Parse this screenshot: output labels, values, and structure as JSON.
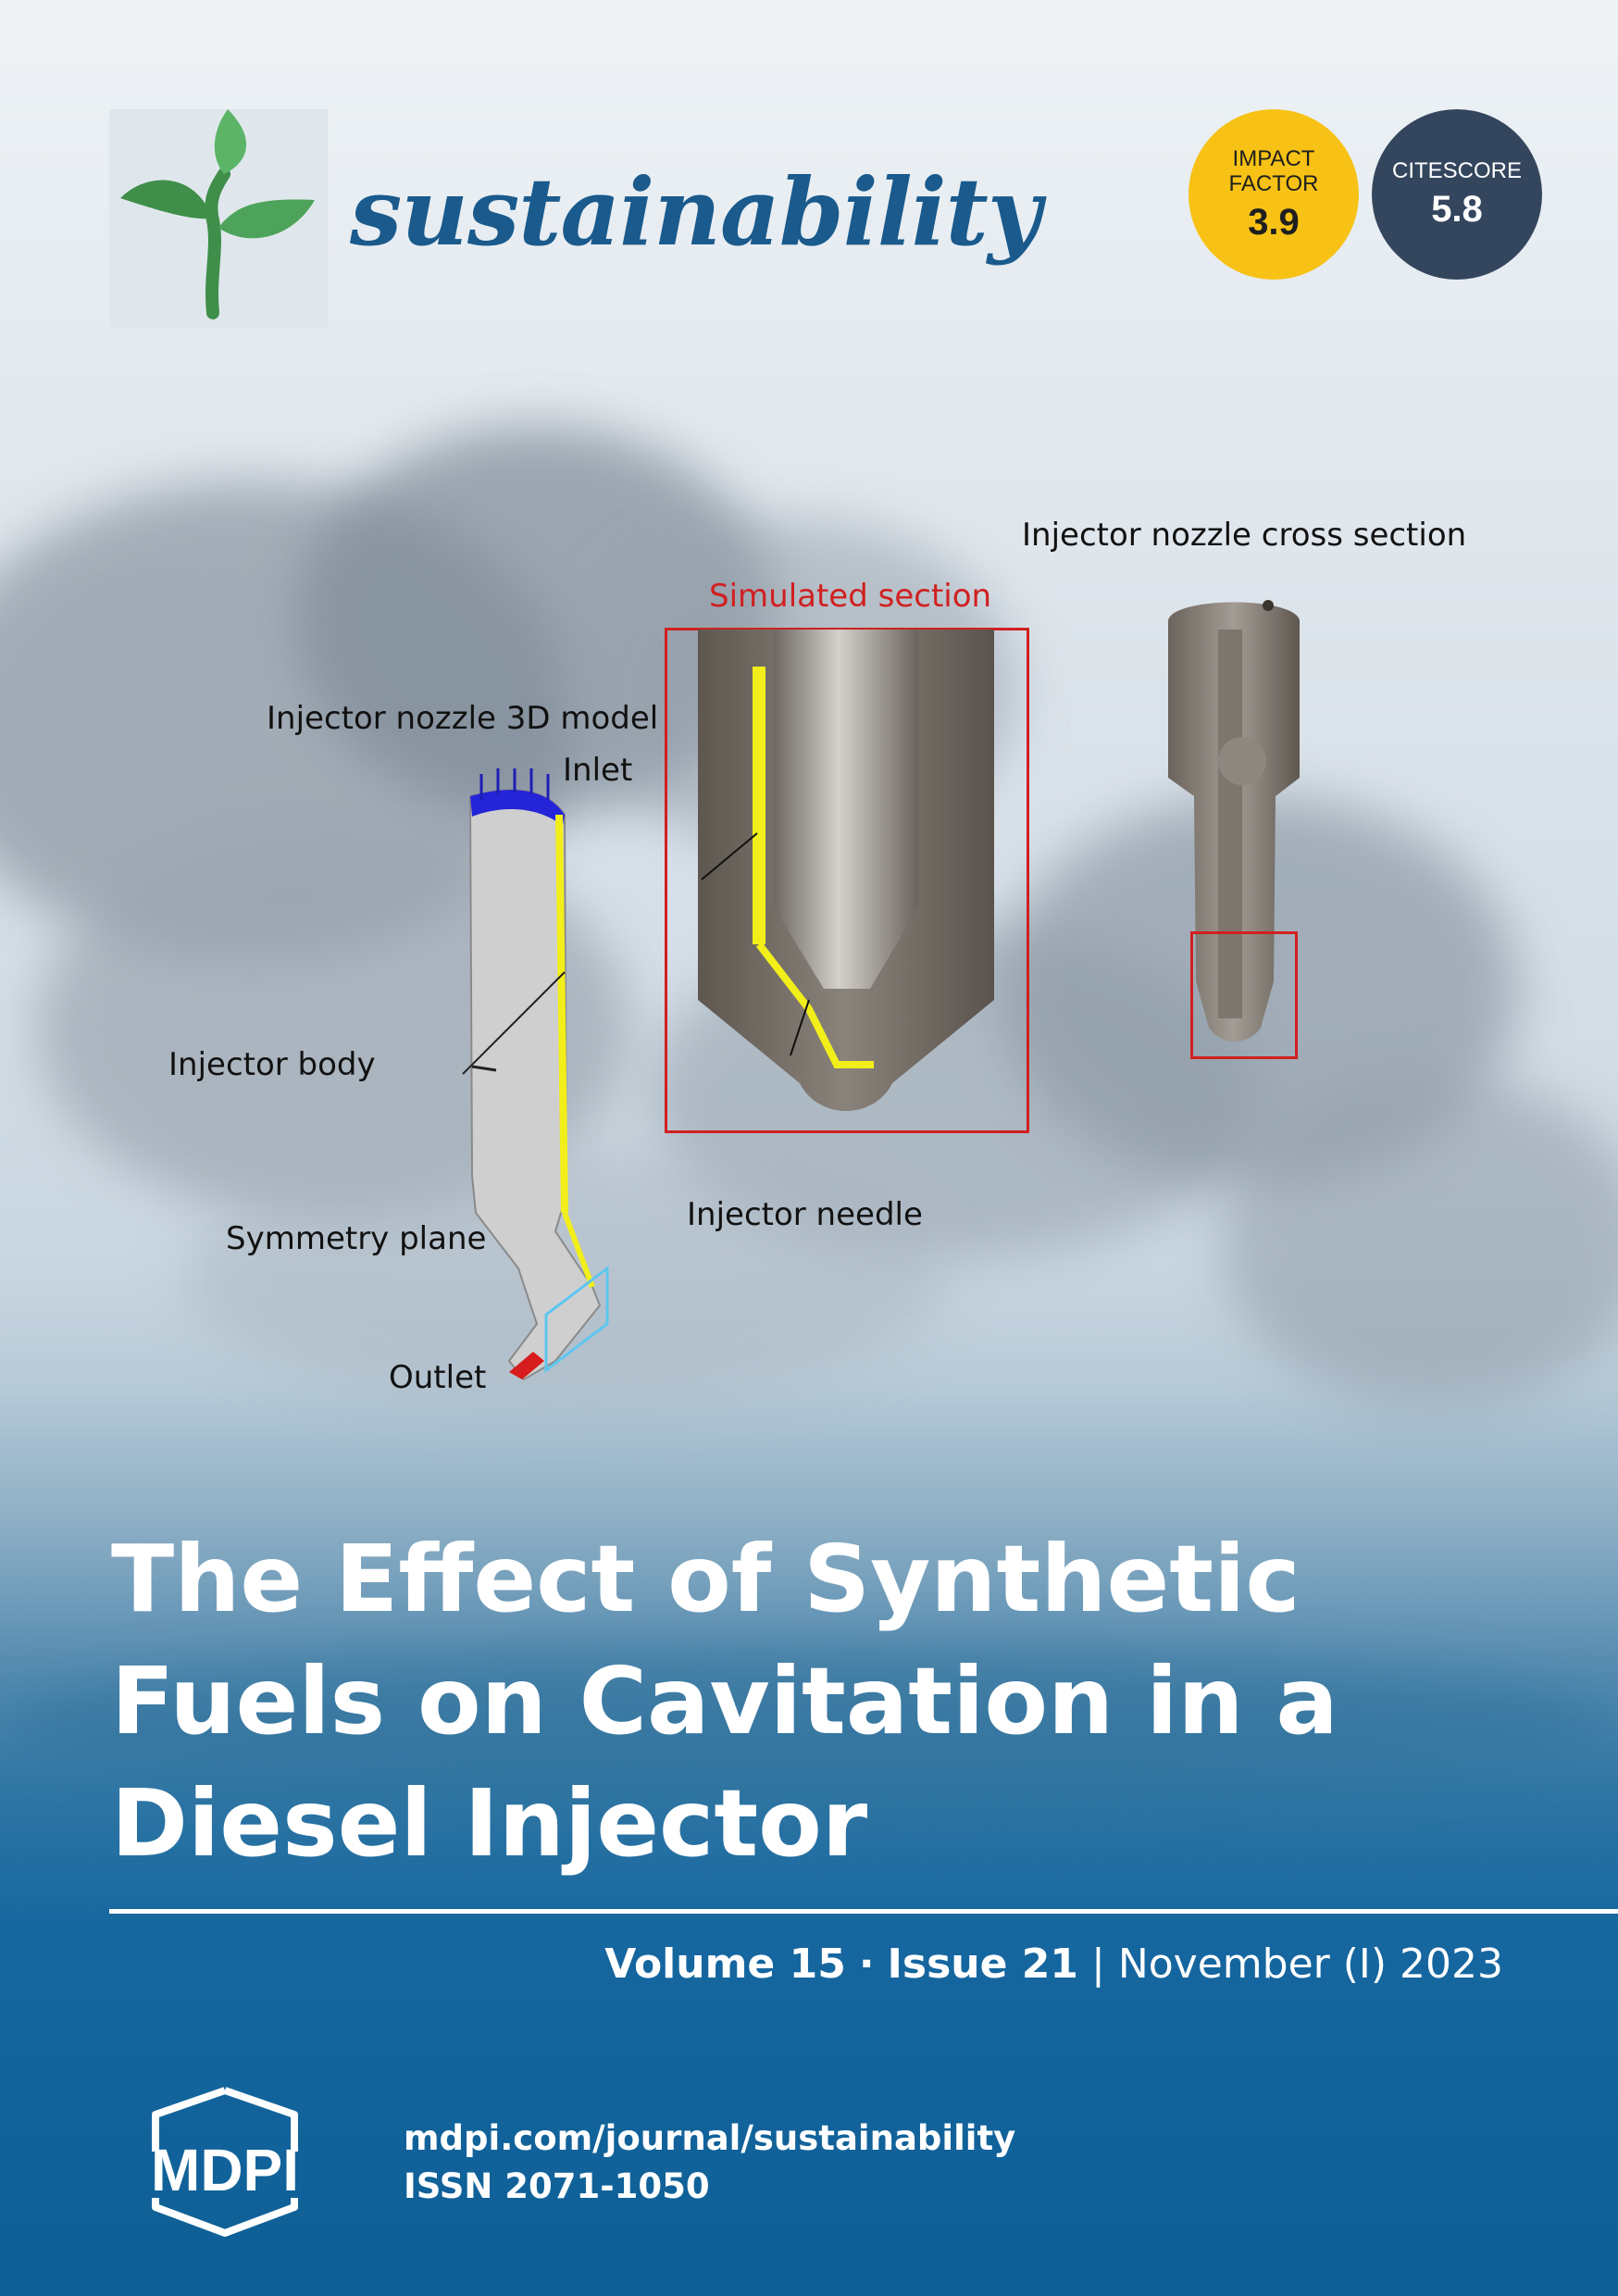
{
  "journal": {
    "name": "sustainability",
    "impact_factor": {
      "label_line1": "IMPACT",
      "label_line2": "FACTOR",
      "value": "3.9"
    },
    "citescore": {
      "label": "CITESCORE",
      "value": "5.8"
    }
  },
  "figure": {
    "labels": {
      "nozzle_cross_section": "Injector nozzle cross section",
      "simulated_section": "Simulated section",
      "nozzle_3d_model": "Injector nozzle 3D model",
      "inlet": "Inlet",
      "injector_body": "Injector body",
      "symmetry_plane": "Symmetry plane",
      "outlet": "Outlet",
      "injector_needle": "Injector needle"
    }
  },
  "article": {
    "title_lines": [
      "The Effect of Synthetic",
      "Fuels on Cavitation in a",
      "Diesel Injector"
    ]
  },
  "issue": {
    "volume": "Volume 15",
    "separator": "·",
    "issue": "Issue 21",
    "divider": "|",
    "date": "November (I) 2023"
  },
  "publisher": {
    "logo_text": "MDPI",
    "url": "mdpi.com/journal/sustainability",
    "issn": "ISSN 2071-1050"
  },
  "colors": {
    "journal_blue": "#1a5a8c",
    "impact_factor_yellow": "#f7c215",
    "citescore_navy": "#34465d",
    "label_red": "#d02020",
    "highlight_yellow": "#f2ee1a"
  }
}
